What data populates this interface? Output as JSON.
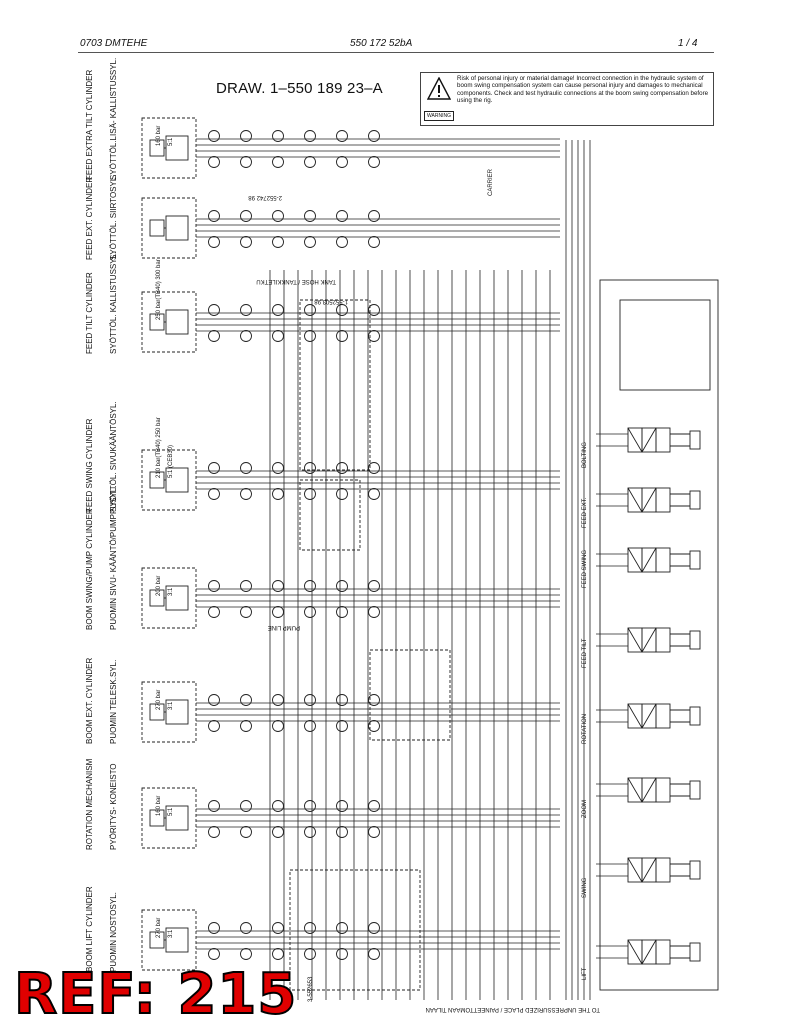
{
  "header": {
    "doc_id": "0703 DMTEHE",
    "doc_number": "550 172 52bA",
    "page": "1 /  4"
  },
  "drawing_title": "DRAW. 1–550 189 23–A",
  "warning": {
    "label": "WARNING",
    "text": "Risk of personal injury or material damage! Incorrect connection in the hydraulic system of boom swing compensation system can cause personal injury and damages to mechanical components. Check and test hydraulic connections at the boom swing compensation before using the rig."
  },
  "cylinders": [
    {
      "en": "FEED EXTRA TILT CYLINDER",
      "fi": "SYÖTTÖL.LISÄ- KALLISTUSSYL.",
      "pressure": "160 bar",
      "ratio": "5:1"
    },
    {
      "en": "FEED EXT. CYLINDER",
      "fi": "SYÖTTÖL. SIIRTOSYL.",
      "pressure": "",
      "ratio": ""
    },
    {
      "en": "FEED TILT CYLINDER",
      "fi": "SYÖTTÖL. KALLISTUSSYL.",
      "pressure": "250 bar(TB40) 300 bar",
      "ratio": ""
    },
    {
      "en": "FEED SWING CYLINDER",
      "fi": "SYÖTTÖL. SIVUKÄÄNTÖSYL.",
      "pressure": "210 bar(TB40) 250 bar",
      "ratio": "5:1 (CEB30)"
    },
    {
      "en": "BOOM SWING/PUMP CYLINDER",
      "fi": "PUOMIN SIVU- KÄÄNTÖ/PUMPPUSYL.",
      "pressure": "200 bar",
      "ratio": "3:1"
    },
    {
      "en": "BOOM EXT. CYLINDER",
      "fi": "PUOMIN TELESK.SYL.",
      "pressure": "270 bar",
      "ratio": "3:1"
    },
    {
      "en": "ROTATION MECHANISM",
      "fi": "PYÖRITYS- KONEISTO",
      "pressure": "160 bar",
      "ratio": "5:1"
    },
    {
      "en": "BOOM LIFT CYLINDER",
      "fi": "PUOMIN NOSTOSYL.",
      "pressure": "270 bar",
      "ratio": "3:1"
    }
  ],
  "valve_functions": [
    "BOLTING",
    "FEED EXT.",
    "FEED SWING",
    "FEED TILT",
    "ROTATION",
    "ZOOM",
    "SWING",
    "LIFT"
  ],
  "bottom_note": "TO THE UNPRESSURIZED PLACE / PAINEETTOMAAN TILAAN",
  "misc": {
    "carrier": "CARRIER",
    "tank_hose": "TANK HOSE / TANKKILETKU",
    "pump_line": "PUMP LINE",
    "part_1": "2-552742 98",
    "part_2": "1-552503 98",
    "part_3": "3-552653"
  },
  "ref_label": "REF: 215",
  "colors": {
    "line": "#222222",
    "ref": "#e00000"
  }
}
